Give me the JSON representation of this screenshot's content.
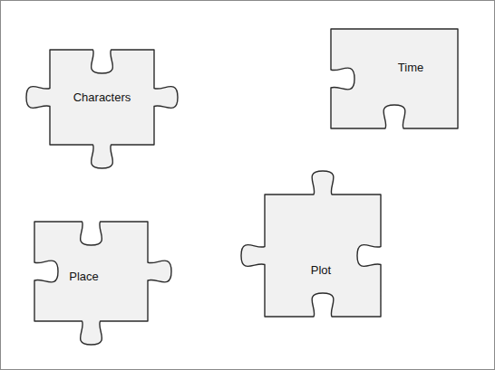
{
  "diagram": {
    "nodes": [
      {
        "text": [
          "Characters"
        ]
      },
      {
        "text": [
          "Time"
        ]
      },
      {
        "text": [
          "Place"
        ]
      },
      {
        "text": [
          "Plot"
        ]
      }
    ]
  }
}
